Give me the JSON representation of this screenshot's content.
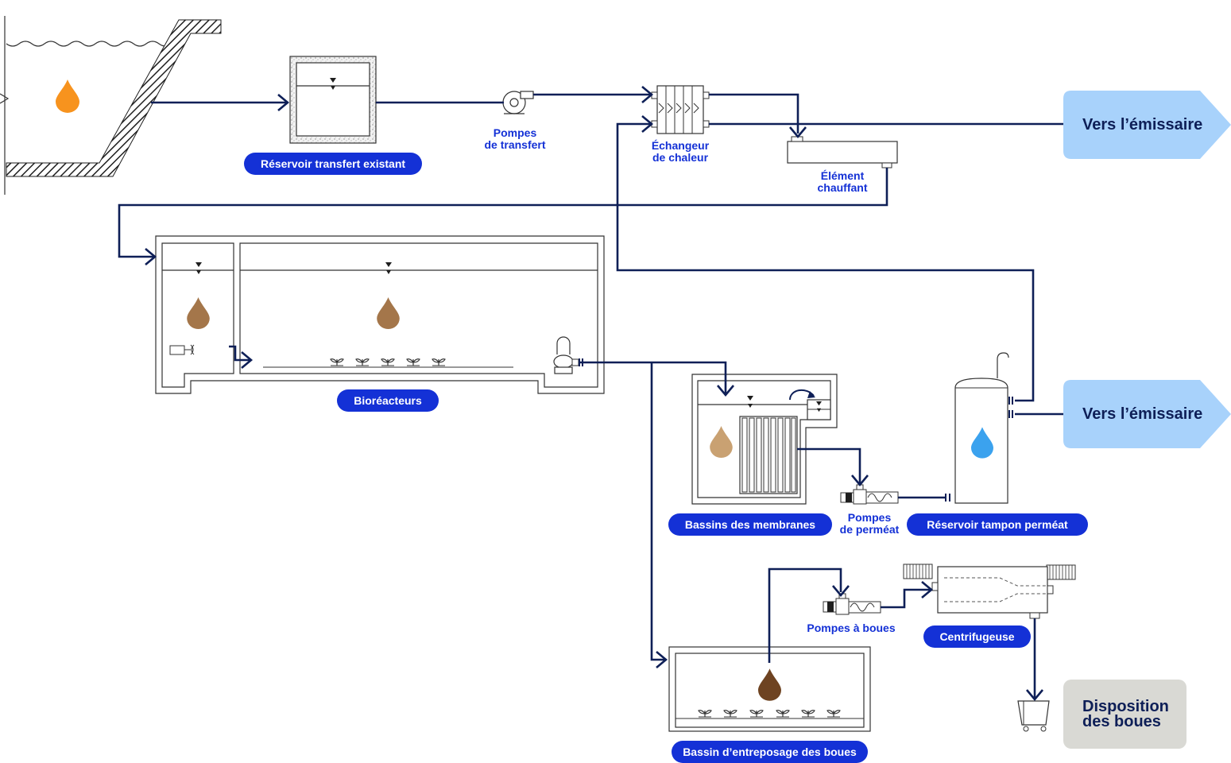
{
  "colors": {
    "line": "#0e1f57",
    "pill_bg": "#1431d6",
    "pill_text": "#ffffff",
    "label": "#1431d6",
    "outlet_bg": "#a8d2fb",
    "sludge_bg": "#d9d9d4",
    "drop_raw": "#f7931e",
    "drop_bio": "#a4764a",
    "drop_membrane": "#c9a172",
    "drop_permeate": "#3ba2ee",
    "drop_sludge": "#6e4321"
  },
  "labels": {
    "reservoir": "Réservoir transfert existant",
    "transfer_pumps": [
      "Pompes",
      "de transfert"
    ],
    "heat_exchanger": [
      "Échangeur",
      "de chaleur"
    ],
    "heating_element": [
      "Élément",
      "chauffant"
    ],
    "bioreactors": "Bioréacteurs",
    "membranes": "Bassins des membranes",
    "permeate_pumps": [
      "Pompes",
      "de perméat"
    ],
    "permeate_tank": "Réservoir tampon perméat",
    "sludge_pumps": "Pompes à boues",
    "centrifuge": "Centrifugeuse",
    "sludge_storage": "Bassin d’entreposage des boues"
  },
  "destinations": {
    "outfall_1": "Vers l’émissaire",
    "outfall_2": "Vers l’émissaire",
    "sludge_disposal": [
      "Disposition",
      "des boues"
    ]
  },
  "icons": [
    "water-drop-icon",
    "pump-icon",
    "heat-exchanger-icon",
    "heater-icon",
    "diffuser-icon",
    "mixer-icon",
    "membrane-icon",
    "screw-pump-icon",
    "tank-icon",
    "centrifuge-icon",
    "dumpster-icon",
    "water-level-icon"
  ]
}
